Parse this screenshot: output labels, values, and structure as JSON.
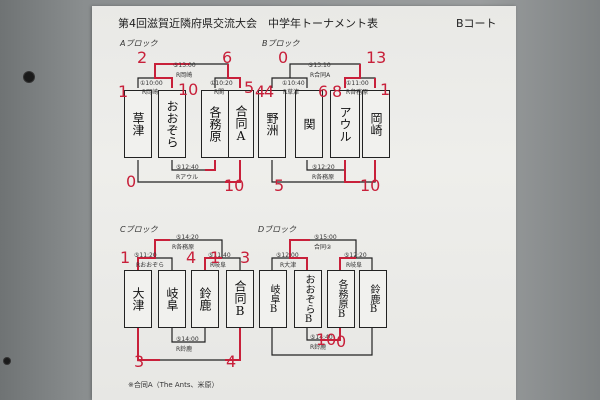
{
  "header": {
    "title": "第4回滋賀近隣府県交流大会　中学年トーナメント表",
    "court": "Bコート"
  },
  "blocks": {
    "A": {
      "label": "Aブロック",
      "teams": [
        "草津",
        "おおぞら",
        "各務原",
        "合同A"
      ],
      "notes": [
        "①10:00",
        "R岡崎",
        "①10:20",
        "R関",
        "⑤13:00",
        "R岡崎",
        "⑤12:40",
        "Rアウル"
      ],
      "scores": [
        "2",
        "6",
        "1",
        "10",
        "5",
        "4",
        "0",
        "10"
      ]
    },
    "B": {
      "label": "Bブロック",
      "teams": [
        "野洲",
        "関",
        "アウル",
        "岡崎"
      ],
      "notes": [
        "①10:40",
        "R草津",
        "①11:00",
        "R各務原",
        "⑤13:10",
        "R合同A",
        "⑤12:20",
        "R各務原"
      ],
      "scores": [
        "0",
        "13",
        "4",
        "6",
        "8",
        "1",
        "5",
        "10"
      ]
    },
    "C": {
      "label": "Cブロック",
      "teams": [
        "大津",
        "岐阜",
        "鈴鹿",
        "合同B"
      ],
      "notes": [
        "⑤11:20",
        "Rおおぞら",
        "⑤11:40",
        "R岐阜",
        "⑤14:20",
        "R各務原",
        "⑤14:00",
        "R鈴鹿"
      ],
      "scores": [
        "1",
        "4",
        "1",
        "3",
        "3",
        "4"
      ]
    },
    "D": {
      "label": "Dブロック",
      "teams": [
        "岐阜B",
        "おおぞらB",
        "各務原B",
        "鈴鹿B"
      ],
      "notes": [
        "⑤12:00",
        "R大津",
        "⑤12:20",
        "R岐阜",
        "⑤15:00",
        "合同②",
        "⑤14:40",
        "R鈴鹿"
      ],
      "scores": [
        "10",
        "0"
      ]
    }
  },
  "footnote": "※合同A（The Ants、米原）"
}
